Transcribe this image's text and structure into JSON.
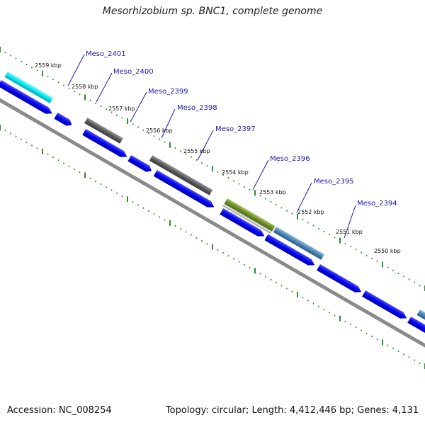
{
  "title": "Mesorhizobium sp. BNC1, complete genome",
  "footer": {
    "accession": "Accession: NC_008254",
    "topology": "Topology: circular; Length: 4,412,446 bp; Genes: 4,131"
  },
  "kbp_labels": [
    "2559 kbp",
    "2558 kbp",
    "2557 kbp",
    "2556 kbp",
    "2555 kbp",
    "2554 kbp",
    "2553 kbp",
    "2552 kbp",
    "2551 kbp",
    "2550 kbp"
  ],
  "gene_labels": [
    "Meso_2401",
    "Meso_2400",
    "Meso_2399",
    "Meso_2398",
    "Meso_2397",
    "Meso_2396",
    "Meso_2395",
    "Meso_2394"
  ],
  "colors": {
    "cds_blue": "#0000ee",
    "backbone": "#8a8a8a",
    "tick_green": "#2e8b2e",
    "label_blue": "#1a1aa8",
    "cyan": "#00e5ee",
    "dark_gray": "#5a5a5a",
    "olive": "#6b8e23",
    "steel_blue": "#4682b4",
    "light_gray": "#c8c8c8"
  }
}
